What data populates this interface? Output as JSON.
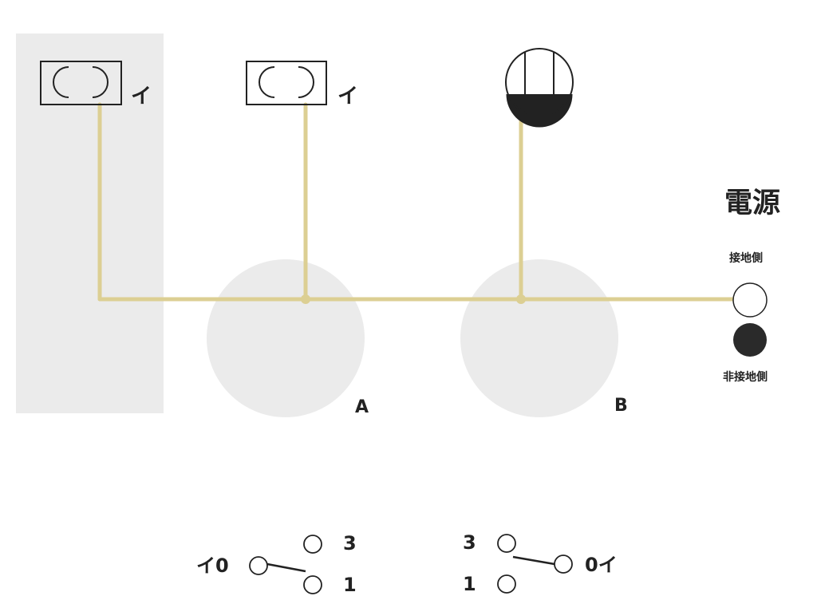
{
  "colors": {
    "wire": "#dccf93",
    "zone": "#ebebeb",
    "ink": "#222222",
    "background": "#ffffff"
  },
  "power_source": {
    "title": "電源",
    "grounded_label": "接地側",
    "ungrounded_label": "非接地側"
  },
  "fixtures": {
    "ceiling_light_1_label": "イ",
    "ceiling_light_2_label": "イ"
  },
  "junction_boxes": {
    "a_label": "A",
    "b_label": "B"
  },
  "switch_left": {
    "common_label": "イ0",
    "terminal_top_label": "3",
    "terminal_bottom_label": "1"
  },
  "switch_right": {
    "common_label": "0イ",
    "terminal_top_label": "3",
    "terminal_bottom_label": "1"
  }
}
